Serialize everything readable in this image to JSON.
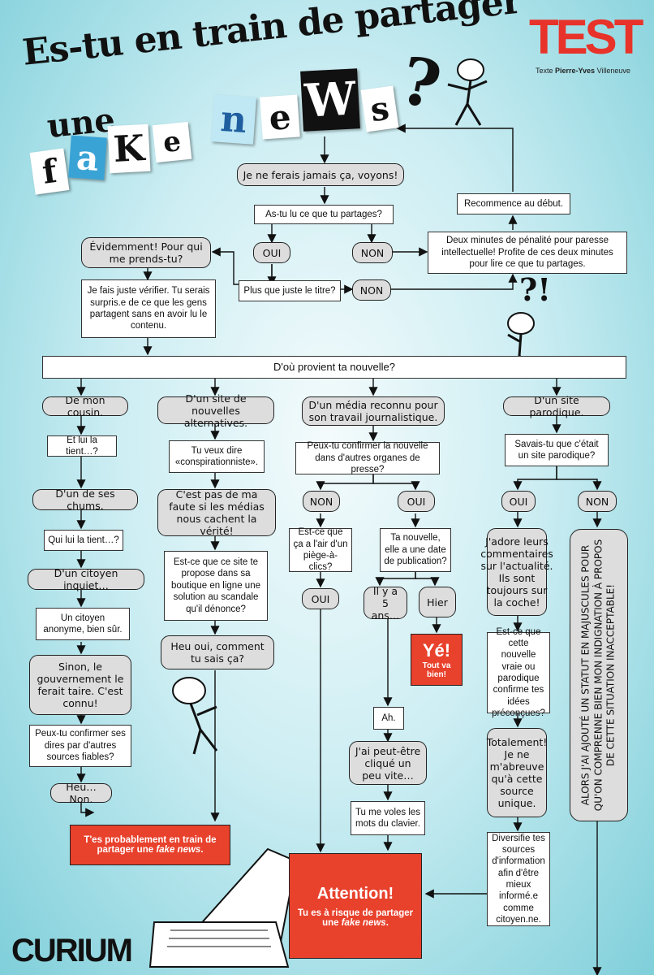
{
  "title": {
    "line1": "Es-tu en train de partager",
    "line2": "une",
    "fake_letters": [
      "f",
      "a",
      "K",
      "e"
    ],
    "news_letters": [
      "n",
      "e",
      "W",
      "s"
    ],
    "qmark": "?"
  },
  "logo": {
    "test": "TEST",
    "credit_prefix": "Texte ",
    "credit_name": "Pierre-Yves",
    "credit_suffix": " Villeneuve"
  },
  "publisher": "CURIUM",
  "nodes": {
    "jamais": "Je ne ferais jamais ça, voyons!",
    "aslu": "As-tu lu ce que tu partages?",
    "recommence": "Recommence au début.",
    "evidemment": "Évidemment! Pour qui me prends-tu?",
    "oui1": "OUI",
    "non1": "NON",
    "penalite": "Deux minutes de pénalité pour paresse intellectuelle! Profite de ces deux minutes pour lire ce que tu partages.",
    "titre": "Plus que juste le titre?",
    "non2": "NON",
    "verifier": "Je fais juste vérifier. Tu serais surpris.e de ce que les gens partagent sans en avoir lu le contenu.",
    "provient": "D'où provient ta nouvelle?",
    "cousin": "De mon cousin.",
    "tient1": "Et lui la tient…?",
    "chums": "D'un de ses chums.",
    "tient2": "Qui lui la tient…?",
    "citoyen": "D'un citoyen inquiet…",
    "anonyme": "Un citoyen anonyme, bien sûr.",
    "sinon": "Sinon, le gouvernement le ferait taire. C'est connu!",
    "fiables": "Peux-tu confirmer ses dires par d'autres sources fiables?",
    "heu": "Heu… Non.",
    "alternatives": "D'un site de nouvelles alternatives.",
    "conspi": "Tu veux dire «conspirationniste».",
    "faute": "C'est pas de ma faute si les médias nous cachent la vérité!",
    "boutique": "Est-ce que ce site te propose dans sa boutique en ligne une solution au scandale qu'il dénonce?",
    "heuoui": "Heu oui, comment tu sais ça?",
    "media": "D'un média reconnu pour son travail journalistique.",
    "organes": "Peux-tu confirmer la nouvelle dans d'autres organes de presse?",
    "non3": "NON",
    "oui3": "OUI",
    "piege": "Est-ce que ça a l'air d'un piège-à-clics?",
    "oui4": "OUI",
    "datepub": "Ta nouvelle, elle a une date de publication?",
    "ilya": "Il y a 5 ans…",
    "hier": "Hier",
    "ye": "Yé!",
    "ye_sub": "Tout va bien!",
    "ah": "Ah.",
    "clique": "J'ai peut-être cliqué un peu vite…",
    "clavier": "Tu me voles les mots du clavier.",
    "parodique": "D'un site parodique.",
    "savais": "Savais-tu que c'était un site parodique?",
    "oui5": "OUI",
    "non5": "NON",
    "jadore": "J'adore leurs commentaires sur l'actualité. Ils sont toujours sur la coche!",
    "confirme": "Est-ce que cette nouvelle vraie ou parodique confirme tes idées préconçues?",
    "totalement": "Totalement! Je ne m'abreuve qu'à cette source unique.",
    "diversifie": "Diversifie tes sources d'information afin d'être mieux informé.e comme citoyen.ne.",
    "statut": "ALORS J'AI AJOUTÉ UN STATUT EN MAJUSCULES POUR QU'ON COMPRENNE BIEN MON INDIGNATION À PROPOS DE CETTE SITUATION INACCEPTABLE!",
    "probable_pre": "T'es probablement en train de partager une ",
    "probable_em": "fake news",
    "probable_post": ".",
    "attention": "Attention!",
    "attention_pre": "Tu es à risque de partager une ",
    "attention_em": "fake news",
    "attention_post": "."
  },
  "colors": {
    "accent_red": "#e8412c",
    "background": "#cdeef3",
    "pill": "#dddddd"
  }
}
